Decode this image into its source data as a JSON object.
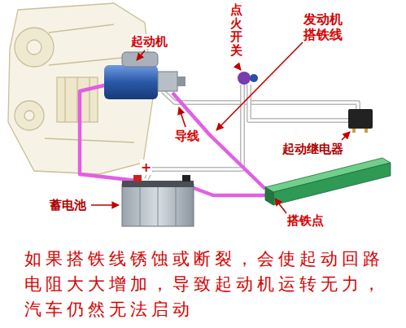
{
  "diagram": {
    "caption": "如果搭铁线锈蚀或断裂，会使起动回路电阻大大增加，导致起动机运转无力，汽车仍然无法启动",
    "labels": [
      "起动机",
      "点火开关",
      "发动机 搭铁线",
      "导线",
      "起动继电器",
      "+",
      "蓄电池",
      "搭铁点"
    ]
  }
}
